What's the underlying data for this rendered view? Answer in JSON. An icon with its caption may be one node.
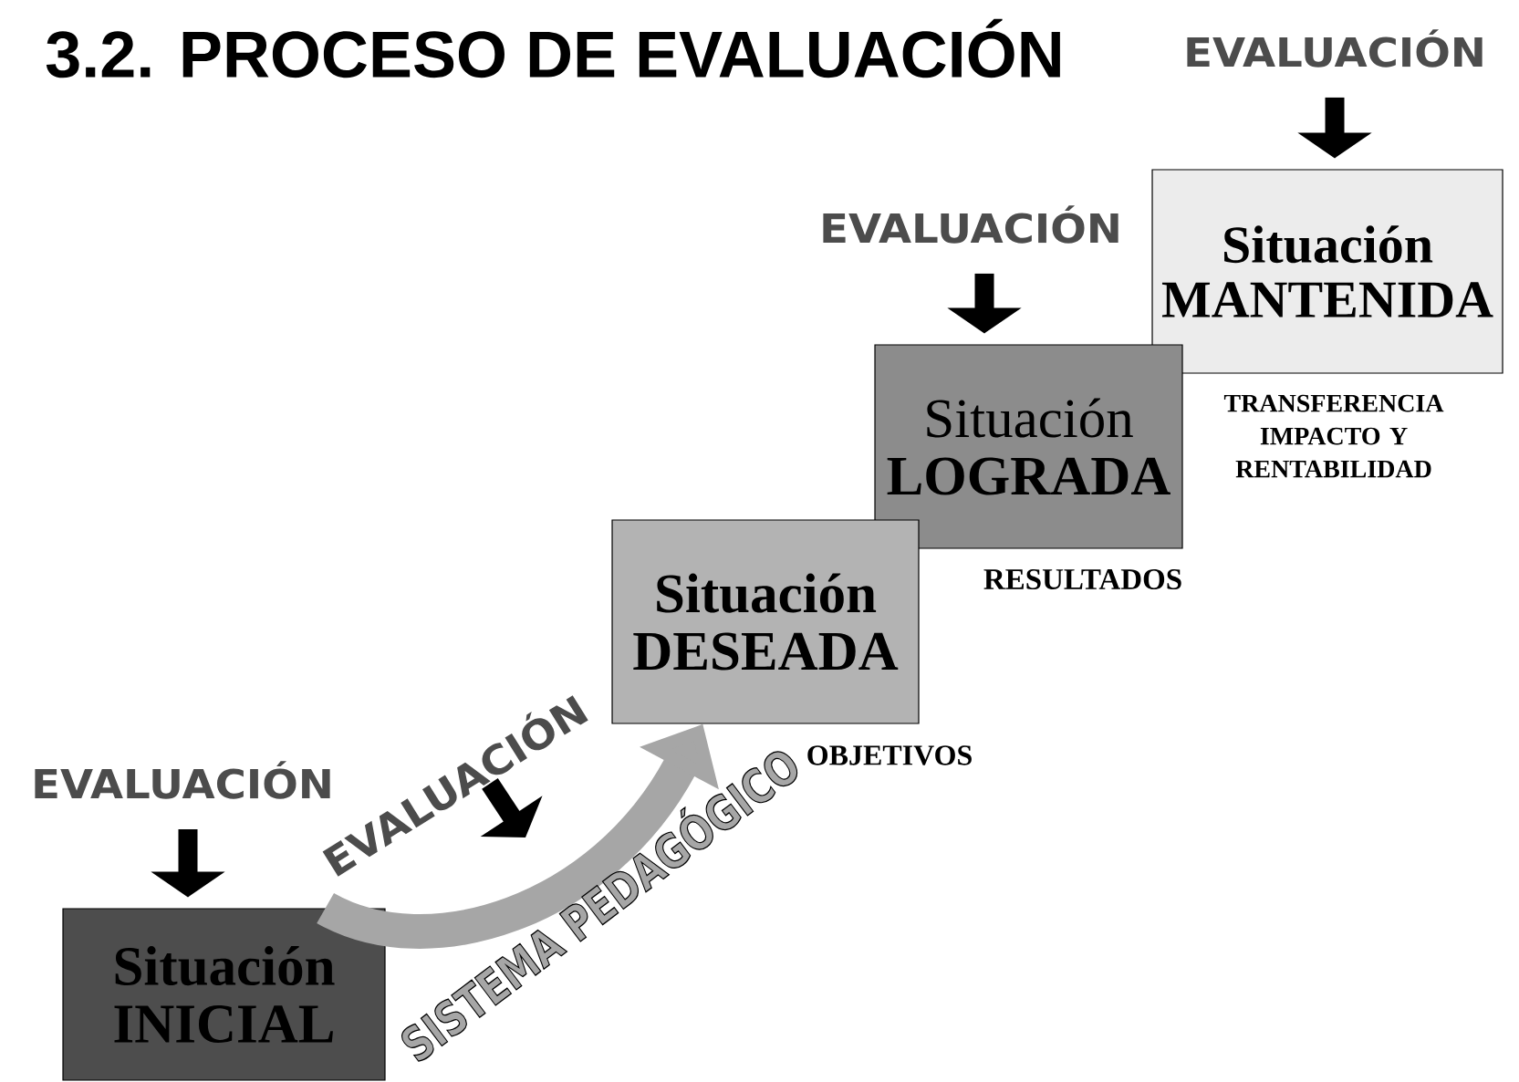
{
  "diagram": {
    "title": "3.2. PROCESO DE EVALUACIÓN",
    "nodes": [
      {
        "text": [
          "EVALUACIÓN"
        ]
      },
      {
        "text": [
          "EVALUACIÓN"
        ]
      },
      {
        "text": [
          "Situación",
          "MANTENIDA"
        ],
        "beside": [
          "TRANSFERENCIA IMPACTO Y RENTABILIDAD"
        ]
      },
      {
        "text": [
          "Situación",
          "LOGRADA"
        ],
        "beside": [
          "RESULTADOS"
        ]
      },
      {
        "text": [
          "Situación",
          "DESEADA"
        ],
        "beside": [
          "OBJETIVOS"
        ]
      },
      {
        "text": [
          "EVALUACIÓN"
        ]
      },
      {
        "text": [
          "EVALUACIÓN"
        ]
      },
      {
        "text": [
          "Situación",
          "INICIAL"
        ]
      }
    ],
    "edges": [
      {
        "from": 0,
        "to": 2,
        "arrow": "to"
      },
      {
        "from": 1,
        "to": 3,
        "arrow": "to"
      },
      {
        "from": 5,
        "to": null,
        "arrow": "to"
      },
      {
        "from": 6,
        "to": 7,
        "arrow": "to"
      },
      {
        "from": 7,
        "to": 4,
        "arrow": "to",
        "label": "SISTEMA PEDAGÓGICO",
        "style": "thick",
        "color": "#a6a6a6"
      }
    ]
  }
}
